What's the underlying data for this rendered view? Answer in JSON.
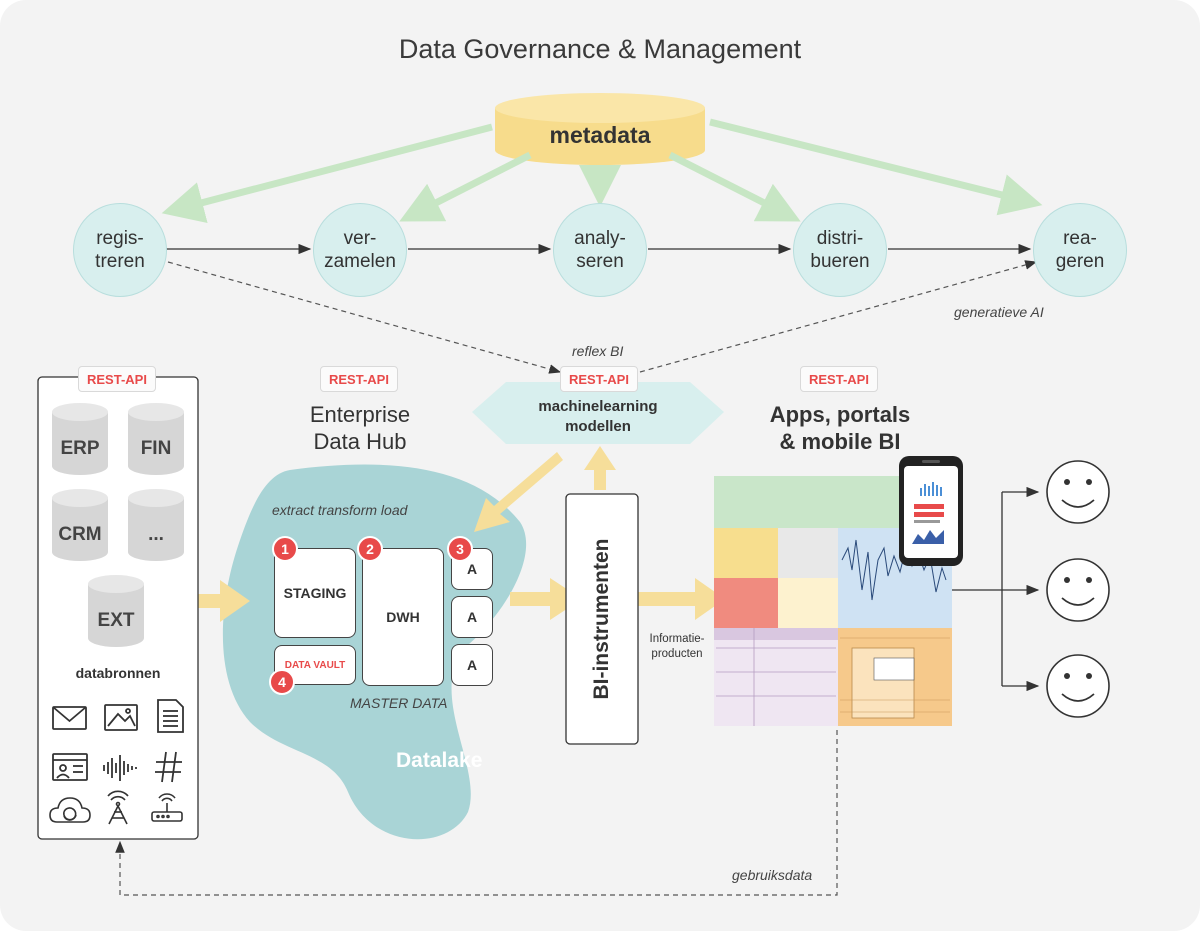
{
  "title": "Data Governance & Management",
  "metadata_label": "metadata",
  "steps": [
    "regis-\ntreren",
    "ver-\nzamelen",
    "analy-\nseren",
    "distri-\nbueren",
    "rea-\ngeren"
  ],
  "generatieve_ai": "generatieve AI",
  "reflex_bi": "reflex BI",
  "rest_api": "REST-API",
  "ml_models": "machinelearning\nmodellen",
  "sources": {
    "databases": [
      "ERP",
      "FIN",
      "CRM",
      "...",
      "EXT"
    ],
    "label": "databronnen",
    "icons": [
      "mail-icon",
      "image-icon",
      "document-icon",
      "profile-card-icon",
      "audio-wave-icon",
      "hashtag-icon",
      "cloud-sync-icon",
      "antenna-tower-icon",
      "router-icon"
    ]
  },
  "hub": {
    "heading": "Enterprise\nData Hub",
    "etl": "extract transform load",
    "staging": "STAGING",
    "dwh": "DWH",
    "data_vault": "DATA VAULT",
    "a_label": "A",
    "master_data": "MASTER DATA",
    "datalake": "Datalake",
    "badges": [
      "1",
      "2",
      "3",
      "4"
    ]
  },
  "bi_tools": "BI-instrumenten",
  "info_products": "Informatie-\nproducten",
  "apps": {
    "heading": "Apps, portals\n& mobile BI"
  },
  "gebruiksdata": "gebruiksdata",
  "colors": {
    "background": "#f3f3f3",
    "teal_circle": "#d8efee",
    "datalake": "#a9d4d6",
    "metadata_cylinder": "#f7dc8c",
    "green_arrow": "#c7e6c4",
    "yellow_arrow": "#f6de9a",
    "rest_api_text": "#e84a4a",
    "badge": "#e84a4a",
    "database_grey": "#d6d6d6"
  }
}
